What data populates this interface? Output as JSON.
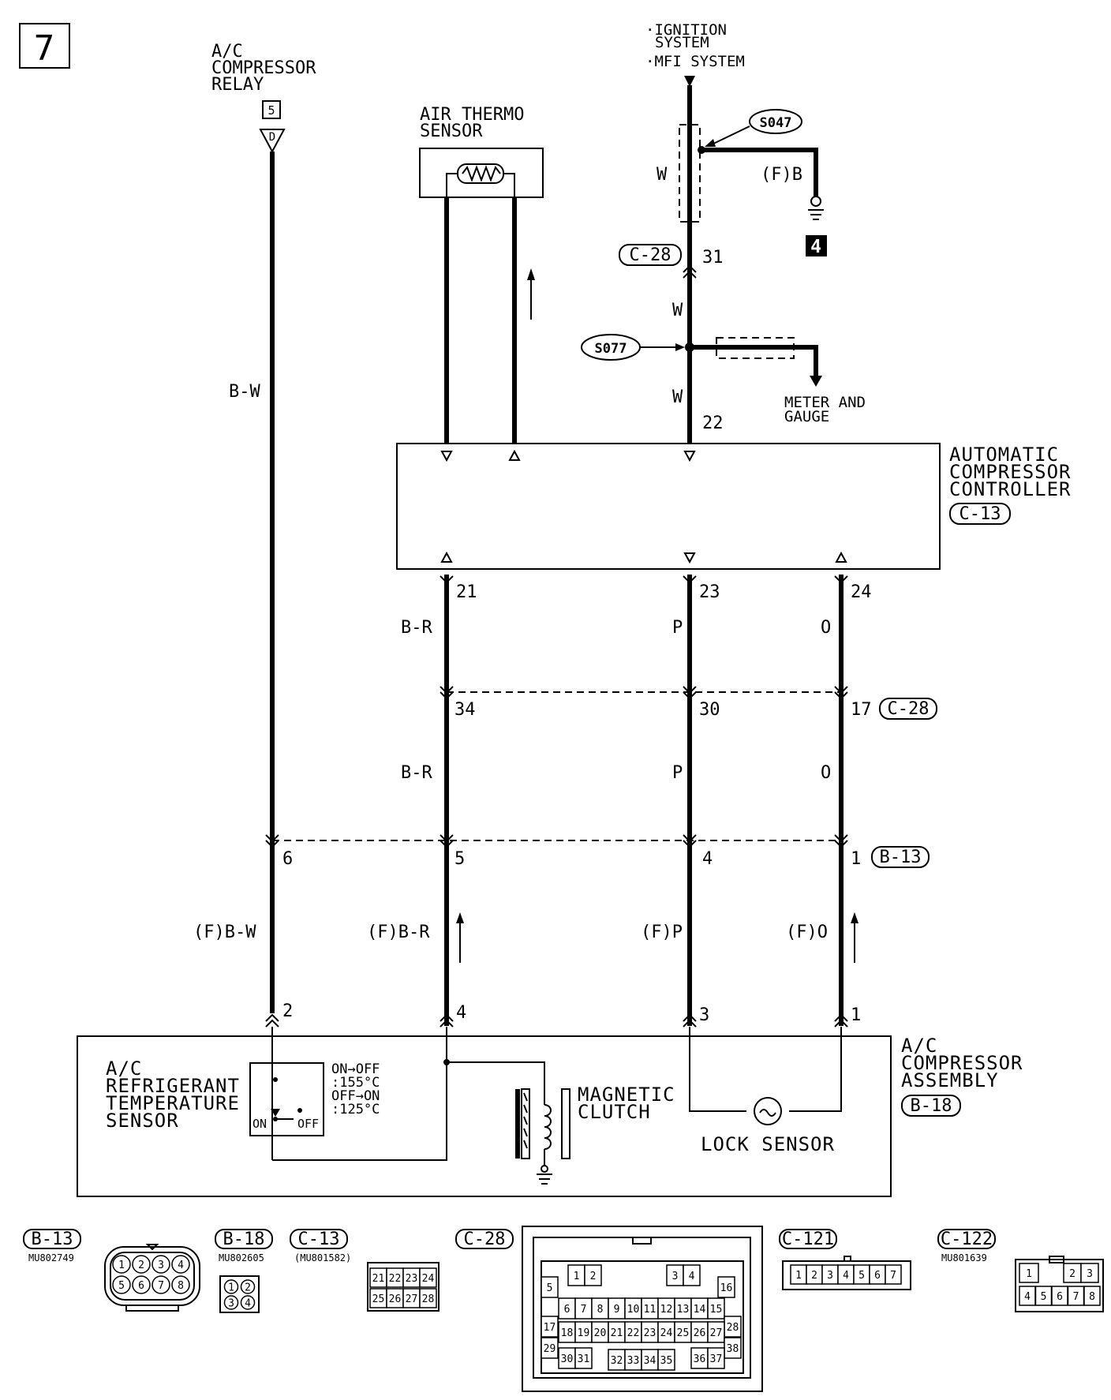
{
  "page": {
    "number": "7"
  },
  "labels": {
    "ac_relay": [
      "A/C",
      "COMPRESSOR",
      "RELAY"
    ],
    "ac_relay_ref": "5",
    "relay_term": "D",
    "air_thermo": [
      "AIR THERMO",
      "SENSOR"
    ],
    "ignition": [
      "·IGNITION",
      "SYSTEM",
      "·MFI SYSTEM"
    ],
    "s047": "S047",
    "s077": "S077",
    "ground_ref": "4",
    "meter": [
      "METER AND",
      "GAUGE"
    ],
    "acc": [
      "AUTOMATIC",
      "COMPRESSOR",
      "CONTROLLER"
    ],
    "acc_conn": "C-13",
    "compressor": [
      "A/C",
      "COMPRESSOR",
      "ASSEMBLY"
    ],
    "compressor_conn": "B-18",
    "refrig_sensor": [
      "A/C",
      "REFRIGERANT",
      "TEMPERATURE",
      "SENSOR"
    ],
    "switch_on": "ON",
    "switch_off": "OFF",
    "spec": [
      "ON→OFF",
      ":155°C",
      "OFF→ON",
      ":125°C"
    ],
    "clutch": [
      "MAGNETIC",
      "CLUTCH"
    ],
    "lock_sensor": "LOCK SENSOR"
  },
  "wires": {
    "bw": "B-W",
    "fbw": "(F)B-W",
    "br": "B-R",
    "fbr": "(F)B-R",
    "p": "P",
    "fp": "(F)P",
    "o": "O",
    "fo": "(F)O",
    "w": "W",
    "fb": "(F)B"
  },
  "pins": {
    "c28_31": "31",
    "c28_22": "22",
    "c13_21": "21",
    "c13_23": "23",
    "c13_24": "24",
    "c28_34": "34",
    "c28_30": "30",
    "c28_17": "17",
    "b13_6": "6",
    "b13_5": "5",
    "b13_4": "4",
    "b13_1": "1",
    "b18_2": "2",
    "b18_4": "4",
    "b18_3": "3",
    "b18_1": "1"
  },
  "connectors": {
    "c28": "C-28",
    "b13": "B-13",
    "b18": "B-18",
    "c13": "C-13",
    "c121": "C-121",
    "c122": "C-122"
  },
  "parts": {
    "b13": "MU802749",
    "b18": "MU802605",
    "c13": "(MU801582)",
    "c122": "MU801639"
  },
  "connector_pins": {
    "b13_top": [
      "1",
      "2",
      "3",
      "4"
    ],
    "b13_bot": [
      "5",
      "6",
      "7",
      "8"
    ],
    "b18": [
      "1",
      "2",
      "3",
      "4"
    ],
    "c13_top": [
      "21",
      "22",
      "23",
      "24"
    ],
    "c13_bot": [
      "25",
      "26",
      "27",
      "28"
    ],
    "c121": [
      "1",
      "2",
      "3",
      "4",
      "5",
      "6",
      "7"
    ],
    "c122_top": [
      "1",
      "2",
      "3"
    ],
    "c122_bot": [
      "4",
      "5",
      "6",
      "7",
      "8"
    ],
    "c28": [
      "1",
      "2",
      "3",
      "4",
      "5",
      "6",
      "7",
      "8",
      "9",
      "10",
      "11",
      "12",
      "13",
      "14",
      "15",
      "16",
      "17",
      "18",
      "19",
      "20",
      "21",
      "22",
      "23",
      "24",
      "25",
      "26",
      "27",
      "28",
      "29",
      "30",
      "31",
      "32",
      "33",
      "34",
      "35",
      "36",
      "37",
      "38"
    ]
  }
}
